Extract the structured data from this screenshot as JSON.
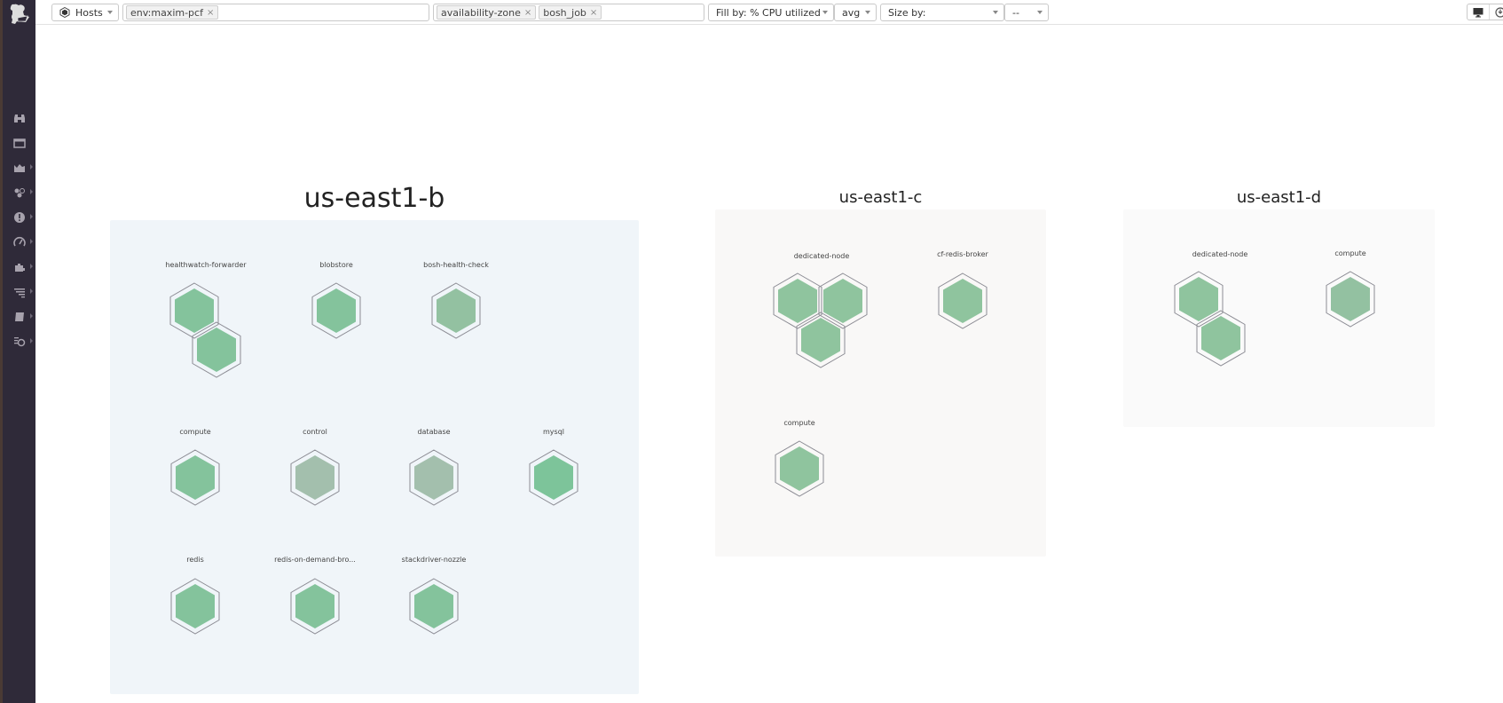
{
  "toolbar": {
    "entity_type": "Hosts",
    "filter_tags": [
      "env:maxim-pcf"
    ],
    "group_tags": [
      "availability-zone",
      "bosh_job"
    ],
    "fill_by": "Fill by: % CPU utilized",
    "aggregation": "avg",
    "size_by": "Size by:",
    "size_agg": "--",
    "icons": [
      "monitor-icon",
      "download-icon",
      "gear-icon"
    ]
  },
  "sidebar": {
    "items": [
      "binoculars-icon",
      "dashboard-icon",
      "metrics-icon",
      "integrations-icon",
      "monitors-icon",
      "apm-icon",
      "infrastructure-icon",
      "logs-icon",
      "notebook-icon",
      "settings-icon"
    ]
  },
  "colors": {
    "hex_green": "#84c39c",
    "hex_green_bright": "#7dc49a",
    "hex_muted": "#a3bfad",
    "hex_mid": "#93c1a1",
    "hex_outline": "#8c8c94",
    "panel_b": "#f0f5f9",
    "panel_c": "#f9f8f7",
    "panel_d": "#fafafa"
  },
  "zones": [
    {
      "name": "us-east1-b",
      "groups": [
        {
          "label": "healthwatch-forwarder",
          "hosts": 2
        },
        {
          "label": "blobstore",
          "hosts": 1
        },
        {
          "label": "bosh-health-check",
          "hosts": 1
        },
        {
          "label": "compute",
          "hosts": 1
        },
        {
          "label": "control",
          "hosts": 1
        },
        {
          "label": "database",
          "hosts": 1
        },
        {
          "label": "mysql",
          "hosts": 1
        },
        {
          "label": "redis",
          "hosts": 1
        },
        {
          "label": "redis-on-demand-bro...",
          "hosts": 1
        },
        {
          "label": "stackdriver-nozzle",
          "hosts": 1
        }
      ]
    },
    {
      "name": "us-east1-c",
      "groups": [
        {
          "label": "dedicated-node",
          "hosts": 3
        },
        {
          "label": "cf-redis-broker",
          "hosts": 1
        },
        {
          "label": "compute",
          "hosts": 1
        }
      ]
    },
    {
      "name": "us-east1-d",
      "groups": [
        {
          "label": "dedicated-node",
          "hosts": 2
        },
        {
          "label": "compute",
          "hosts": 1
        }
      ]
    }
  ]
}
